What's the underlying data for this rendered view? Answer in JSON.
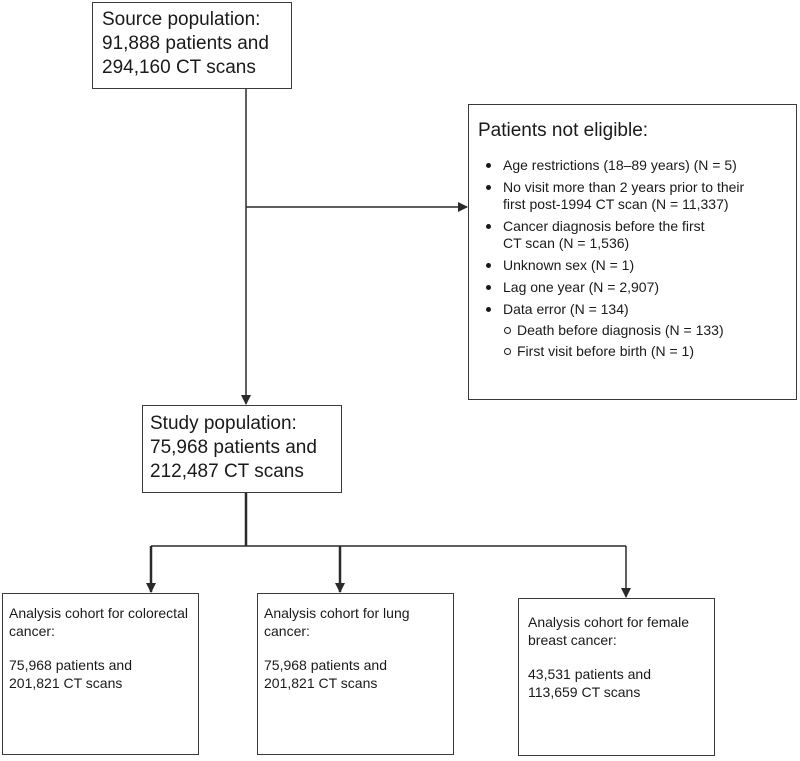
{
  "source": {
    "lines": [
      "Source population:",
      "91,888 patients and",
      "294,160 CT scans"
    ]
  },
  "excluded": {
    "title": "Patients not eligible:",
    "items": [
      {
        "lines": [
          "Age restrictions (18–89 years) (N = 5)"
        ]
      },
      {
        "lines": [
          "No visit more than 2 years prior to their",
          "first post-1994 CT scan (N = 11,337)"
        ]
      },
      {
        "lines": [
          "Cancer diagnosis before the first",
          "CT scan (N = 1,536)"
        ]
      },
      {
        "lines": [
          "Unknown sex (N = 1)"
        ]
      },
      {
        "lines": [
          "Lag one year (N = 2,907)"
        ]
      },
      {
        "lines": [
          "Data error (N = 134)"
        ],
        "subitems": [
          {
            "lines": [
              "Death before diagnosis (N = 133)"
            ]
          },
          {
            "lines": [
              "First visit before birth (N = 1)"
            ]
          }
        ]
      }
    ]
  },
  "study": {
    "lines": [
      "Study population:",
      "75,968 patients and",
      "212,487 CT scans"
    ]
  },
  "cohorts": [
    {
      "title_lines": [
        "Analysis cohort for colorectal",
        "cancer:"
      ],
      "detail_lines": [
        "75,968 patients and",
        "201,821 CT scans"
      ]
    },
    {
      "title_lines": [
        "Analysis cohort for lung",
        "cancer:"
      ],
      "detail_lines": [
        "75,968 patients and",
        "201,821 CT scans"
      ]
    },
    {
      "title_lines": [
        "Analysis cohort for female",
        "breast cancer:"
      ],
      "detail_lines": [
        "43,531 patients and",
        "113,659 CT scans"
      ]
    }
  ],
  "colors": {
    "line": "#2a2a2a",
    "border": "#3a3a3a",
    "text": "#1a1a1a"
  }
}
